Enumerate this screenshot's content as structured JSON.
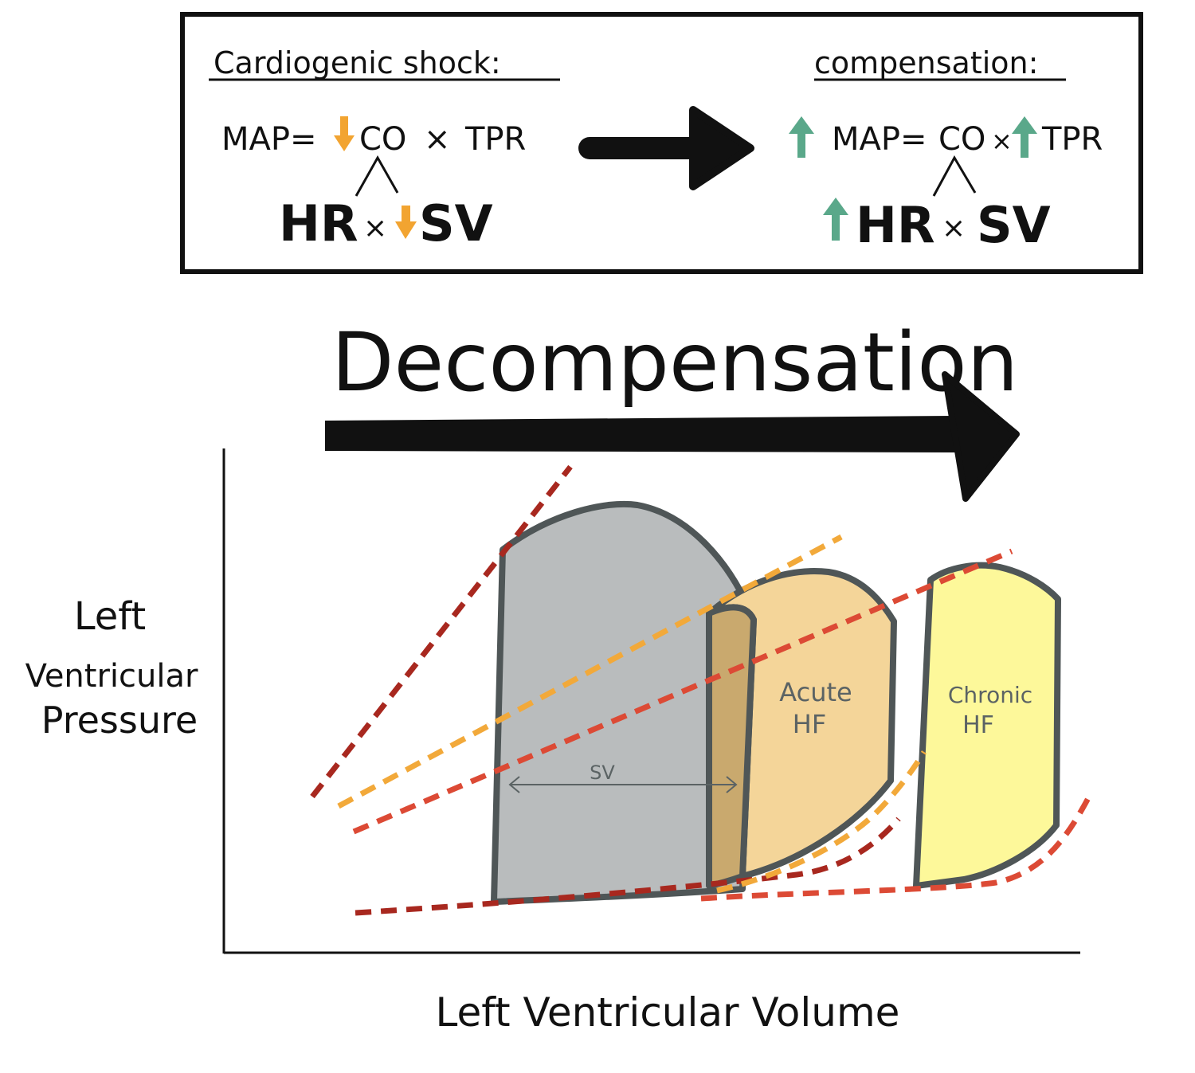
{
  "box": {
    "left_title": "Cardiogenic shock:",
    "right_title": "compensation:",
    "left_eq": {
      "map": "MAP=",
      "co": "CO",
      "times": "×",
      "tpr": "TPR",
      "hr": "HR",
      "sv": "SV"
    },
    "right_eq": {
      "map": "MAP=",
      "co": "CO",
      "times": "×",
      "tpr": "TPR",
      "hr": "HR",
      "sv": "SV"
    }
  },
  "headline": "Decompensation",
  "graph": {
    "y_label_lines": [
      "Left",
      "Ventricular",
      "Pressure"
    ],
    "x_label": "Left Ventricular Volume",
    "loops": [
      {
        "key": "normal",
        "label_lines": [],
        "fill": "#b9bcbd"
      },
      {
        "key": "acute",
        "label_lines": [
          "Acute",
          "HF"
        ],
        "fill": "#f4d599"
      },
      {
        "key": "chronic",
        "label_lines": [
          "Chronic",
          "HF"
        ],
        "fill": "#fdf89a"
      }
    ],
    "sv_label": "SV",
    "overlap_fill": "#c9a96e",
    "outline_color": "#4f5657"
  },
  "colors": {
    "decrease_arrow": "#f2a431",
    "increase_arrow": "#5aa88a",
    "dashed_dark_red": "#a8281f",
    "dashed_orange": "#f2a93a",
    "dashed_red": "#dc4a35"
  }
}
